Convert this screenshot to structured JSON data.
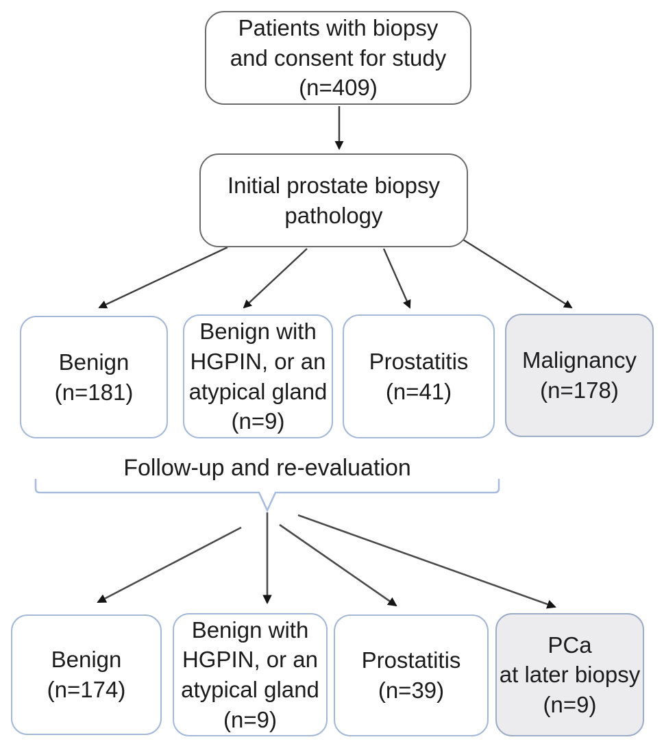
{
  "nodes": {
    "patients": {
      "label": "Patients with biopsy\nand consent for study\n(n=409)"
    },
    "pathology": {
      "label": "Initial prostate biopsy\npathology"
    },
    "benign_initial": {
      "label": "Benign\n(n=181)"
    },
    "hgpin_initial": {
      "label": "Benign with\nHGPIN, or an\natypical gland\n(n=9)"
    },
    "prostatitis_initial": {
      "label": "Prostatitis\n(n=41)"
    },
    "malignancy": {
      "label": "Malignancy\n(n=178)"
    },
    "benign_followup": {
      "label": "Benign\n(n=174)"
    },
    "hgpin_followup": {
      "label": "Benign with\nHGPIN, or an\natypical gland\n(n=9)"
    },
    "prostatitis_followup": {
      "label": "Prostatitis\n(n=39)"
    },
    "pca_later": {
      "label": "PCa\nat later biopsy\n(n=9)"
    }
  },
  "labels": {
    "followup": "Follow-up and re-evaluation"
  },
  "counts": {
    "total": 409,
    "benign_initial": 181,
    "hgpin_initial": 9,
    "prostatitis_initial": 41,
    "malignancy": 178,
    "benign_followup": 174,
    "hgpin_followup": 9,
    "prostatitis_followup": 39,
    "pca_later": 9
  },
  "colors": {
    "ink": "#1b1b1b",
    "gray-border": "#696969",
    "blue-border": "#a3b7d6",
    "blue-border-dark": "#9cabc6",
    "gray-fill": "#ececee",
    "arrow": "#3d3d3d",
    "arrow-head": "#151515",
    "brace": "#a9bcde"
  }
}
